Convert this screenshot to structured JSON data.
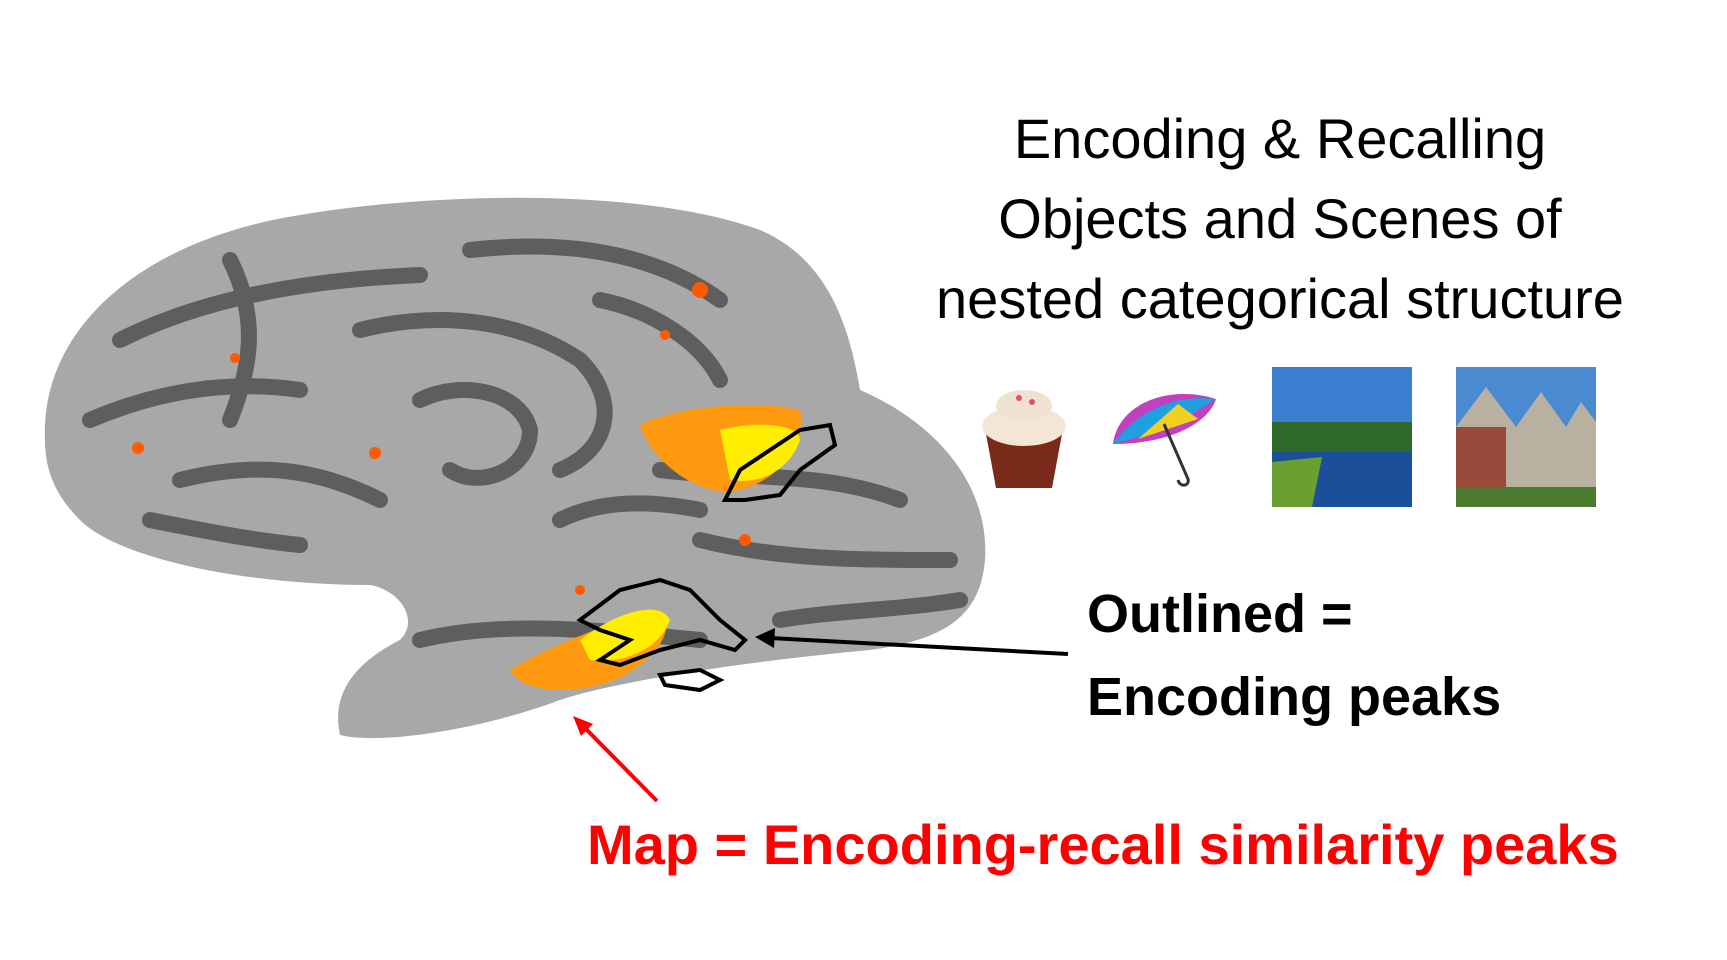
{
  "title": {
    "lines": [
      "Encoding & Recalling",
      "Objects and Scenes of",
      "nested categorical structure"
    ]
  },
  "stimuli": [
    {
      "name": "cupcake"
    },
    {
      "name": "umbrella"
    },
    {
      "name": "lake-scene"
    },
    {
      "name": "houses-scene"
    }
  ],
  "annotations": {
    "outlined_line1": "Outlined =",
    "outlined_line2": "Encoding peaks",
    "map_label": "Map = Encoding-recall similarity peaks"
  },
  "colors": {
    "brain_light": "#a9a9a9",
    "brain_dark": "#5e5e5e",
    "activation_orange": "#ff8a00",
    "activation_yellow": "#ffee00",
    "map_label": "#ff0000"
  }
}
